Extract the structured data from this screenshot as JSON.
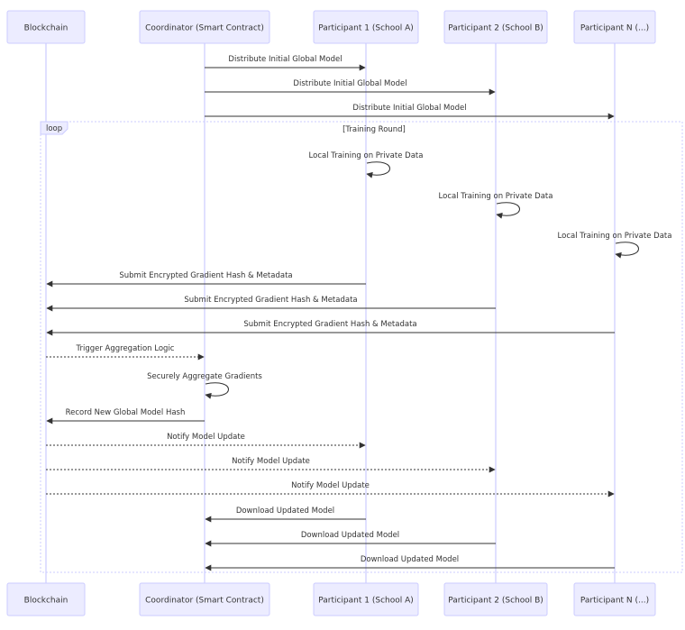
{
  "actors": [
    {
      "id": "bc",
      "label": "Blockchain"
    },
    {
      "id": "co",
      "label": "Coordinator (Smart Contract)"
    },
    {
      "id": "p1",
      "label": "Participant 1 (School A)"
    },
    {
      "id": "p2",
      "label": "Participant 2 (School B)"
    },
    {
      "id": "pn",
      "label": "Participant N (...)"
    }
  ],
  "loop": {
    "label": "loop",
    "condition": "[Training Round]"
  },
  "messages": [
    {
      "from": "co",
      "to": "p1",
      "text": "Distribute Initial Global Model",
      "style": "solid"
    },
    {
      "from": "co",
      "to": "p2",
      "text": "Distribute Initial Global Model",
      "style": "solid"
    },
    {
      "from": "co",
      "to": "pn",
      "text": "Distribute Initial Global Model",
      "style": "solid"
    },
    {
      "from": "p1",
      "to": "p1",
      "text": "Local Training on Private Data",
      "style": "solid"
    },
    {
      "from": "p2",
      "to": "p2",
      "text": "Local Training on Private Data",
      "style": "solid"
    },
    {
      "from": "pn",
      "to": "pn",
      "text": "Local Training on Private Data",
      "style": "solid"
    },
    {
      "from": "p1",
      "to": "bc",
      "text": "Submit Encrypted Gradient Hash & Metadata",
      "style": "solid"
    },
    {
      "from": "p2",
      "to": "bc",
      "text": "Submit Encrypted Gradient Hash & Metadata",
      "style": "solid"
    },
    {
      "from": "pn",
      "to": "bc",
      "text": "Submit Encrypted Gradient Hash & Metadata",
      "style": "solid"
    },
    {
      "from": "bc",
      "to": "co",
      "text": "Trigger Aggregation Logic",
      "style": "dotted"
    },
    {
      "from": "co",
      "to": "co",
      "text": "Securely Aggregate Gradients",
      "style": "solid"
    },
    {
      "from": "co",
      "to": "bc",
      "text": "Record New Global Model Hash",
      "style": "solid"
    },
    {
      "from": "bc",
      "to": "p1",
      "text": "Notify Model Update",
      "style": "dotted"
    },
    {
      "from": "bc",
      "to": "p2",
      "text": "Notify Model Update",
      "style": "dotted"
    },
    {
      "from": "bc",
      "to": "pn",
      "text": "Notify Model Update",
      "style": "dotted"
    },
    {
      "from": "p1",
      "to": "co",
      "text": "Download Updated Model",
      "style": "solid"
    },
    {
      "from": "p2",
      "to": "co",
      "text": "Download Updated Model",
      "style": "solid"
    },
    {
      "from": "pn",
      "to": "co",
      "text": "Download Updated Model",
      "style": "solid"
    }
  ],
  "colors": {
    "actor_fill": "#ECECFF",
    "actor_border": "#CCCCFF",
    "line": "#333333",
    "text": "#333333"
  }
}
